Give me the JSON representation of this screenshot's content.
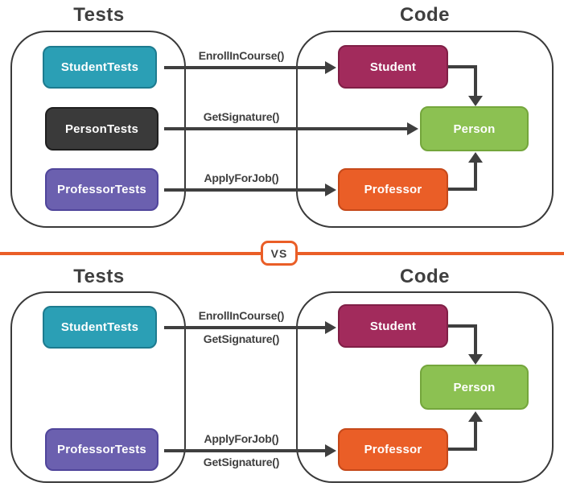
{
  "colors": {
    "teal_box": "#2b9fb5",
    "dark_box": "#3a3a3a",
    "purple_box": "#6b60af",
    "maroon_box": "#a22b5c",
    "green_box": "#8cc152",
    "orange_box": "#ea5e27",
    "divider_orange": "#ea5e27",
    "arrow_gray": "#3f3f3f",
    "container_border": "#3a3a3a"
  },
  "top_panel": {
    "tests_heading": "Tests",
    "code_heading": "Code",
    "test_boxes": {
      "student_tests": "StudentTests",
      "person_tests": "PersonTests",
      "professor_tests": "ProfessorTests"
    },
    "code_boxes": {
      "student": "Student",
      "person": "Person",
      "professor": "Professor"
    },
    "arrow_labels": {
      "enroll": "EnrollInCourse()",
      "signature": "GetSignature()",
      "apply": "ApplyForJob()"
    }
  },
  "divider": {
    "vs_label": "VS"
  },
  "bottom_panel": {
    "tests_heading": "Tests",
    "code_heading": "Code",
    "test_boxes": {
      "student_tests": "StudentTests",
      "professor_tests": "ProfessorTests"
    },
    "code_boxes": {
      "student": "Student",
      "person": "Person",
      "professor": "Professor"
    },
    "arrow_labels": {
      "student_arrow_top": "EnrollInCourse()",
      "student_arrow_bottom": "GetSignature()",
      "professor_arrow_top": "ApplyForJob()",
      "professor_arrow_bottom": "GetSignature()"
    }
  }
}
